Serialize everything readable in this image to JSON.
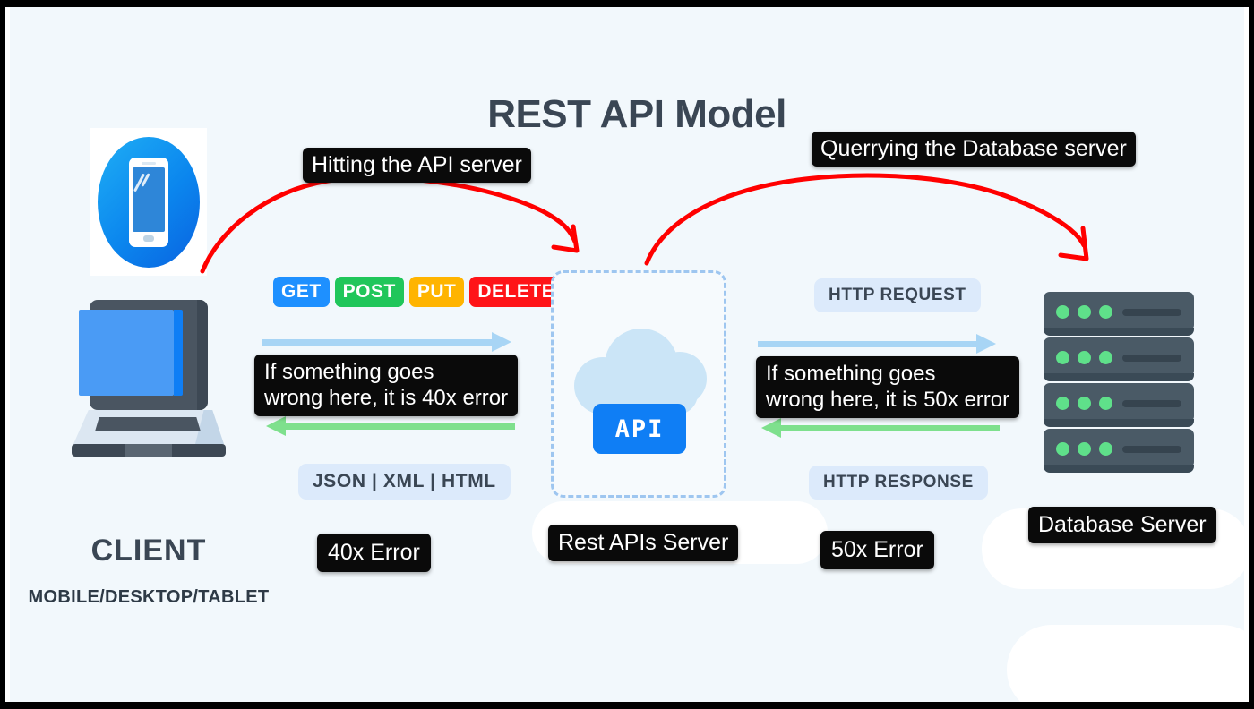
{
  "title": "REST API Model",
  "annotations": {
    "hitting_api": "Hitting the API server",
    "querying_db": "Querrying the Database server",
    "client_side_error": "If something goes\nwrong here, it is 40x error",
    "server_side_error": "If something goes\nwrong here, it is 50x error",
    "error_40x": "40x Error",
    "error_50x": "50x Error",
    "rest_apis_server": "Rest APIs Server",
    "database_server": "Database Server"
  },
  "client": {
    "title": "CLIENT",
    "subtitle": "MOBILE/DESKTOP/TABLET",
    "phone_icon": "smartphone-icon",
    "laptop_icon": "laptop-icon"
  },
  "http_methods": [
    {
      "label": "GET",
      "color": "#1E90FF"
    },
    {
      "label": "POST",
      "color": "#20C65A"
    },
    {
      "label": "PUT",
      "color": "#FFB400"
    },
    {
      "label": "DELETE",
      "color": "#FF1418"
    }
  ],
  "formats_badge": "JSON | XML | HTML",
  "right_badges": {
    "request": "HTTP REQUEST",
    "response": "HTTP RESPONSE"
  },
  "api_box": {
    "chip_label": "API",
    "cloud_icon": "cloud-icon"
  },
  "database": {
    "icon": "server-rack-icon",
    "units": 4,
    "leds_per_unit": 3
  },
  "flow_arrows": [
    {
      "name": "client-to-api-request",
      "direction": "right",
      "color": "#A8D5F5"
    },
    {
      "name": "api-to-client-response",
      "direction": "left",
      "color": "#7EE08D"
    },
    {
      "name": "api-to-db-request",
      "direction": "right",
      "color": "#A8D5F5"
    },
    {
      "name": "db-to-api-response",
      "direction": "left",
      "color": "#7EE08D"
    }
  ],
  "colors": {
    "background": "#F2F8FC",
    "title_text": "#3A4654",
    "annotation_bg": "#0A0A0A",
    "annotation_text": "#FFFFFF",
    "red_marker": "#FF0000",
    "pill_bg": "#DCEAFB",
    "cloud": "#CBE5F7",
    "api_chip": "#0F7EF5",
    "server_slate": "#4A5A66",
    "led_green": "#5FE08A"
  }
}
